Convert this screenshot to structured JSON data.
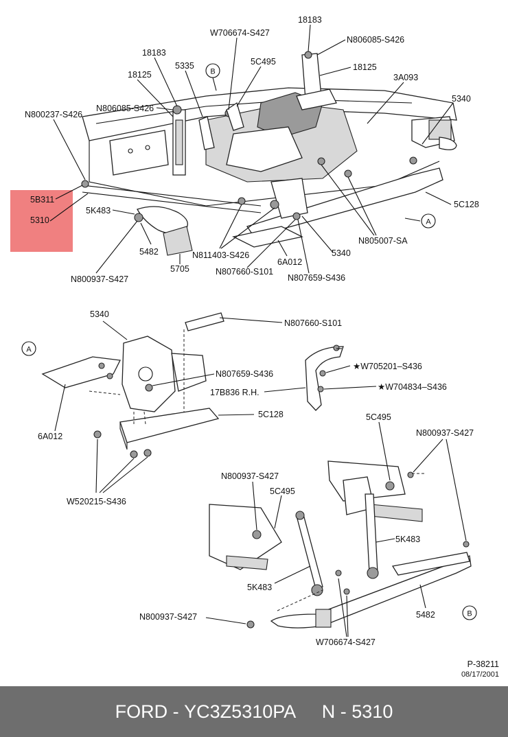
{
  "labels": {
    "n18183_top": "18183",
    "w706674_s427_top": "W706674-S427",
    "n806085_s426_right": "N806085-S426",
    "n18183_left": "18183",
    "n5335": "5335",
    "callout_b_top": "B",
    "n5c495_top": "5C495",
    "n18125_right": "18125",
    "n18125_left": "18125",
    "n806085_s426_left": "N806085-S426",
    "n3a093": "3A093",
    "n5340_top": "5340",
    "n800237_s426": "N800237-S426",
    "n5b311": "5B311",
    "n5310": "5310",
    "n5k483_top": "5K483",
    "n5c128_top": "5C128",
    "callout_a_top": "A",
    "n805007_sa": "N805007-SA",
    "n5482_top": "5482",
    "n811403_s426": "N811403-S426",
    "n5705": "5705",
    "n6a012_top": "6A012",
    "n5340_mid": "5340",
    "n807660_s101_top": "N807660-S101",
    "n807659_s436_top": "N807659-S436",
    "n800937_s427_top": "N800937-S427",
    "n5340_detail": "5340",
    "n807660_s101_detail": "N807660-S101",
    "callout_a_detail": "A",
    "w705201_s436": "★W705201–S436",
    "n807659_s436_detail": "N807659-S436",
    "w704834_s436": "★W704834–S436",
    "n17b836_rh": "17B836 R.H.",
    "n5c128_detail": "5C128",
    "n6a012_detail": "6A012",
    "w520215_s436": "W520215-S436",
    "n5c495_right": "5C495",
    "n800937_s427_right": "N800937-S427",
    "n800937_s427_mid": "N800937-S427",
    "n5c495_mid": "5C495",
    "n5k483_right": "5K483",
    "n5k483_left": "5K483",
    "n5482_detail": "5482",
    "callout_b_detail": "B",
    "n800937_s427_bottom": "N800937-S427",
    "w706674_s427_bottom": "W706674-S427",
    "ref_id": "P-38211",
    "ref_date": "08/17/2001"
  },
  "highlight_color": "#f08080",
  "footer": {
    "brand": "FORD",
    "separator": " - ",
    "part_number": "YC3Z5310PA",
    "spacer": "     ",
    "part_ref": "N - 5310"
  }
}
